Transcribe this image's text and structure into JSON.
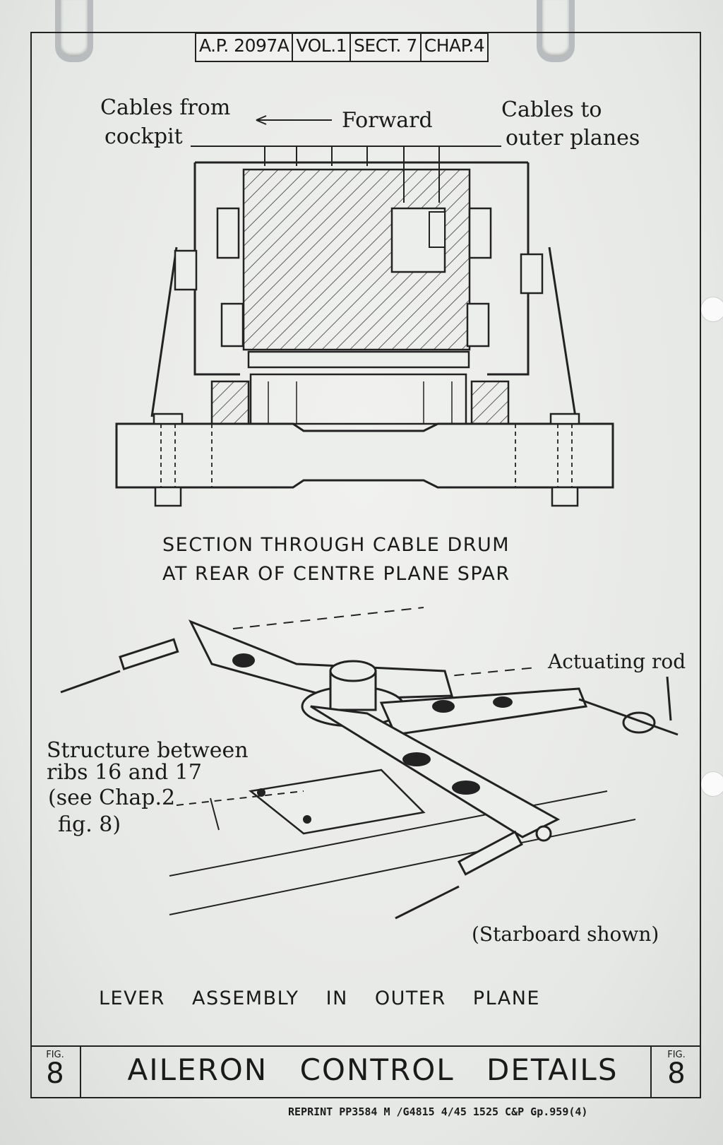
{
  "header": {
    "ref_parts": [
      "A.P. 2097A",
      "VOL.1",
      "SECT. 7",
      "CHAP.4"
    ]
  },
  "upper_diagram": {
    "labels": {
      "cables_from_line1": "Cables from",
      "cables_from_line2": "cockpit",
      "forward": "Forward",
      "cables_to_line1": "Cables to",
      "cables_to_line2": "outer planes"
    },
    "caption_line1": "SECTION THROUGH CABLE DRUM",
    "caption_line2": "AT REAR OF CENTRE PLANE SPAR"
  },
  "lower_diagram": {
    "labels": {
      "actuating_rod": "Actuating rod",
      "structure_line1": "Structure between",
      "structure_line2": "ribs 16 and 17",
      "structure_line3": "(see Chap.2",
      "structure_line4": "fig. 8)",
      "starboard": "(Starboard shown)"
    },
    "caption": "LEVER ASSEMBLY IN OUTER PLANE"
  },
  "footer": {
    "fig_label": "FIG.",
    "fig_number": "8",
    "title": "AILERON CONTROL DETAILS"
  },
  "reprint": "REPRINT PP3584 M /G4815 4/45 1525 C&P Gp.959(4)"
}
